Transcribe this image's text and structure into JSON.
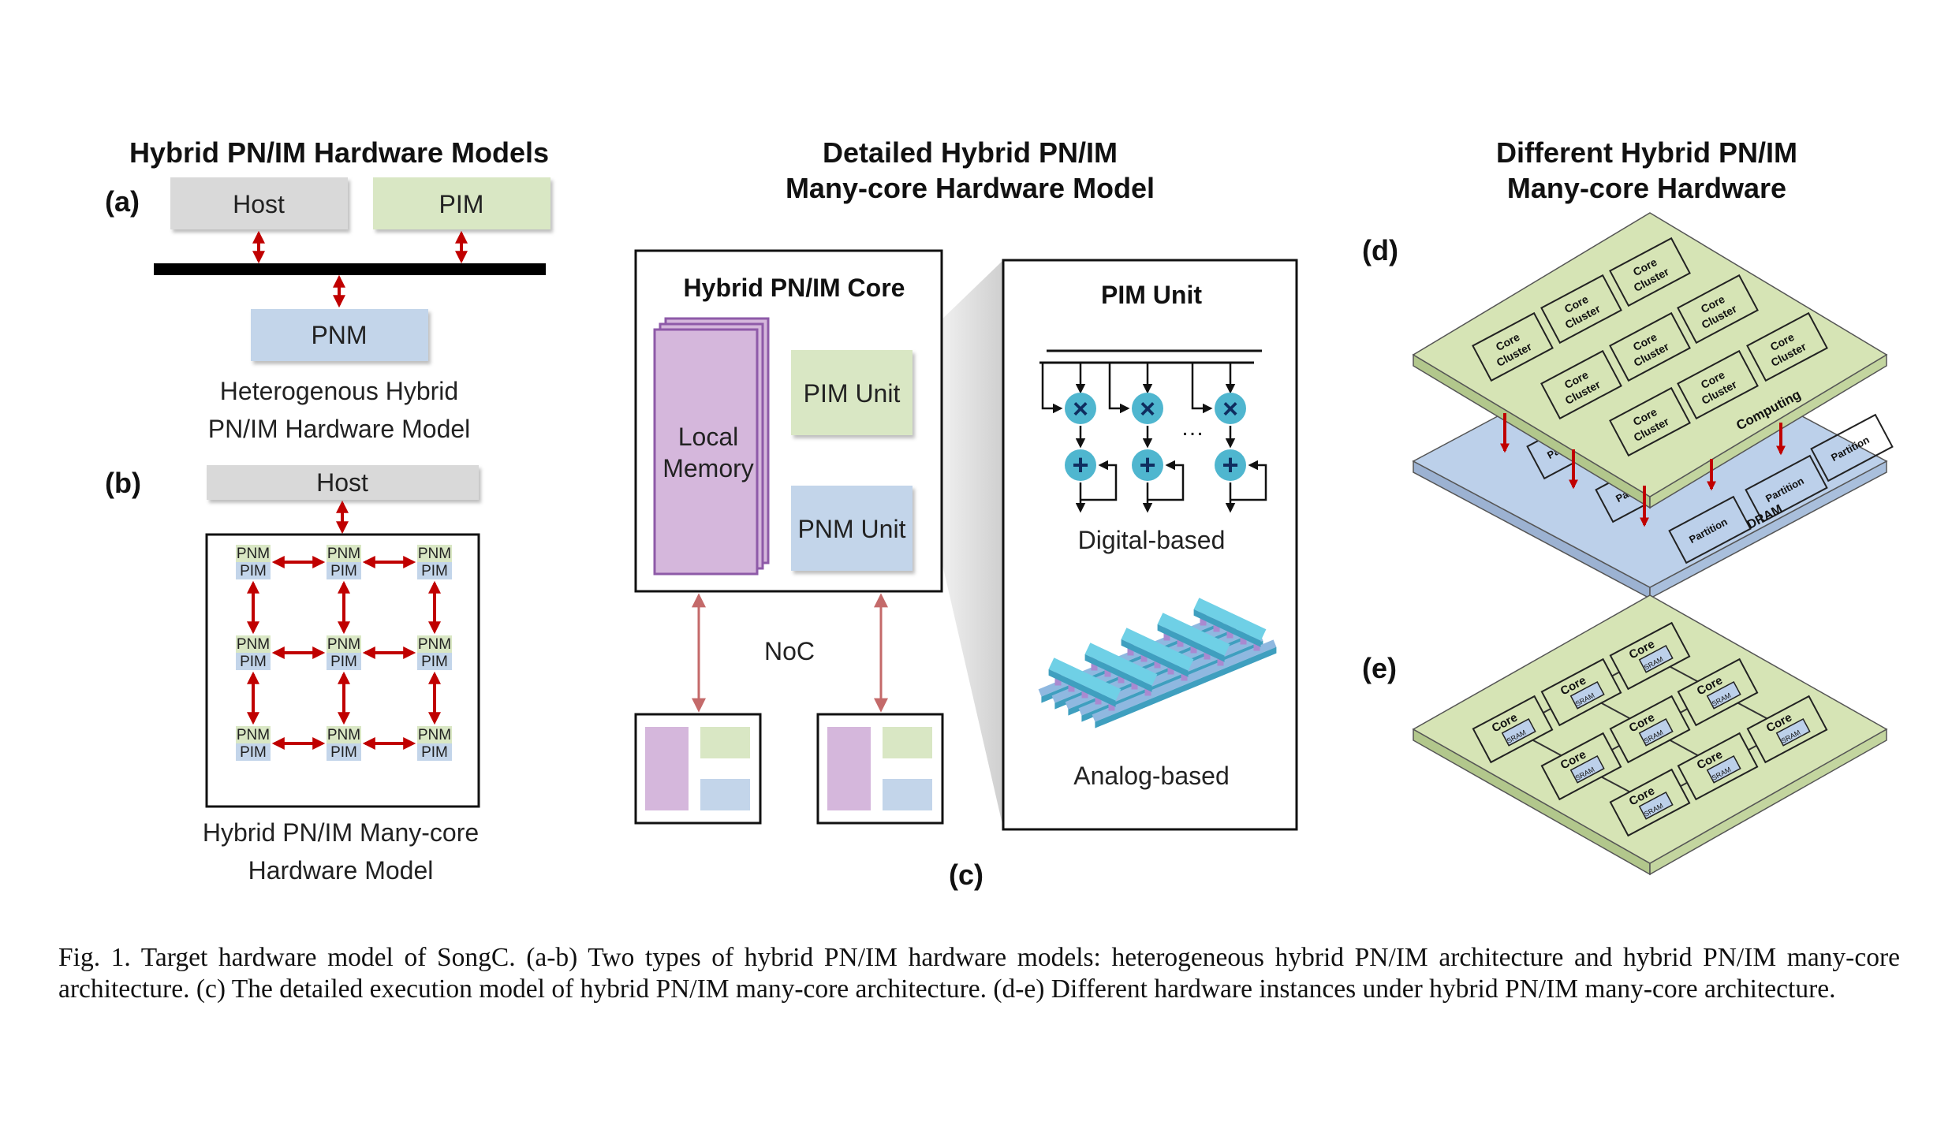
{
  "panel_ab": {
    "title": "Hybrid PN/IM Hardware Models",
    "label_a": "(a)",
    "label_b": "(b)",
    "a_host": "Host",
    "a_pim": "PIM",
    "a_pnm": "PNM",
    "a_caption_line1": "Heterogenous Hybrid",
    "a_caption_line2": "PN/IM Hardware Model",
    "b_host": "Host",
    "b_cell_top": "PNM",
    "b_cell_bottom": "PIM",
    "b_caption_line1": "Hybrid PN/IM Many-core",
    "b_caption_line2": "Hardware Model"
  },
  "panel_c": {
    "title_line1": "Detailed Hybrid PN/IM",
    "title_line2": "Many-core Hardware Model",
    "core_title": "Hybrid PN/IM Core",
    "local_memory_line1": "Local",
    "local_memory_line2": "Memory",
    "pim_unit": "PIM Unit",
    "pnm_unit": "PNM Unit",
    "noc": "NoC",
    "pim_detail_title": "PIM Unit",
    "ellipsis": "…",
    "digital_label": "Digital-based",
    "analog_label": "Analog-based",
    "label": "(c)"
  },
  "panel_de": {
    "title_line1": "Different Hybrid PN/IM",
    "title_line2": "Many-core Hardware",
    "label_d": "(d)",
    "label_e": "(e)",
    "cluster_line1": "Core",
    "cluster_line2": "Cluster",
    "computing": "Computing",
    "partition": "Partition",
    "dram": "DRAM",
    "core": "Core",
    "sram": "SRAM"
  },
  "caption": "Fig. 1.  Target hardware model of SongC. (a-b) Two types of hybrid PN/IM hardware models: heterogeneous hybrid PN/IM architecture and hybrid PN/IM many-core architecture. (c) The detailed execution model of hybrid PN/IM many-core architecture. (d-e) Different hardware instances under hybrid PN/IM many-core architecture.",
  "colors": {
    "host": "#d9d9d9",
    "pim": "#d9e7c4",
    "pnm": "#c3d5ea",
    "local_memory": "#d5b7dc",
    "arrow": "#c00000",
    "noc_arrow": "#c46a6a",
    "compute_circle": "#4fb6cf",
    "crossbar_bar": "#6fd0e6",
    "crossbar_post": "#a98ad0",
    "plate_green": "#d6e4b5",
    "plate_blue": "#bcd0ea"
  },
  "icons": [
    "multiply-icon",
    "add-icon",
    "crossbar-icon"
  ]
}
